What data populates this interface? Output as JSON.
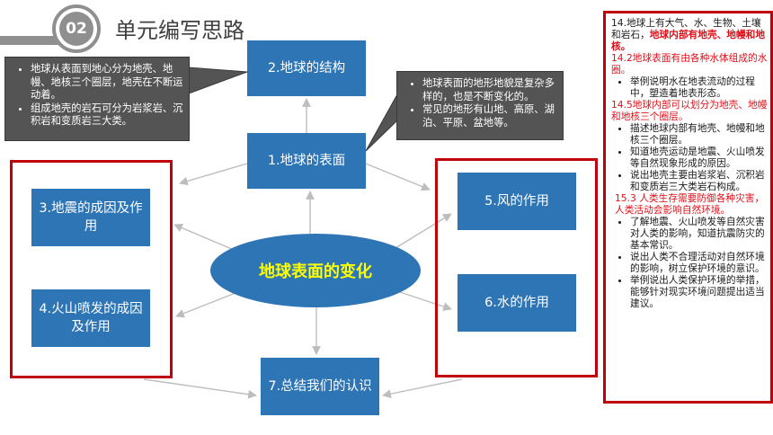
{
  "header": {
    "badge": "02",
    "title": "单元编写思路"
  },
  "nodes": {
    "structure": "2.地球的结构",
    "surface": "1.地球的表面",
    "earthquake": "3.地震的成因及作用",
    "volcano": "4.火山喷发的成因及作用",
    "wind": "5.风的作用",
    "water": "6.水的作用",
    "summary": "7.总结我们的认识",
    "center": "地球表面的变化"
  },
  "callout_left": [
    "地球从表面到地心分为地壳、地幔、地核三个圈层，地壳在不断运动着。",
    "组成地壳的岩石可分为岩浆岩、沉积岩和变质岩三大类。"
  ],
  "callout_right": [
    "地球表面的地形地貌是复杂多样的，也是不断变化的。",
    "常见的地形有山地、高原、湖泊、平原、盆地等。"
  ],
  "panel": {
    "intro_plain": "14.地球上有大气、水、生物、土壤和岩石，",
    "intro_red": "地球内部有地壳、地幔和地核。",
    "s1_heading": "14.2地球表面有由各种水体组成的水圈。",
    "s1_items": [
      "举例说明水在地表流动的过程中，塑造着地表形态。"
    ],
    "s2_heading": "14.5地球内部可以划分为地壳、地幔和地核三个圈层。",
    "s2_items": [
      "描述地球内部有地壳、地幔和地核三个圈层。",
      "知道地壳运动是地震、火山喷发等自然现象形成的原因。",
      "说出地壳主要由岩浆岩、沉积岩和变质岩三大类岩石构成。"
    ],
    "s3_heading": "15.3 人类生存需要防御各种灾害，人类活动会影响自然环境。",
    "s3_items": [
      "了解地震、火山喷发等自然灾害对人类的影响，知道抗震防灾的基本常识。",
      "说出人类不合理活动对自然环境的影响，树立保护环境的意识。",
      "举例说出人类保护环境的举措，能够针对现实环境问题提出适当建议。"
    ]
  },
  "colors": {
    "node_blue": "#2e75b6",
    "center_text": "#ffff00",
    "frame_red": "#c0000a",
    "callout_grey": "#545454",
    "highlight_red": "#e0101a"
  }
}
